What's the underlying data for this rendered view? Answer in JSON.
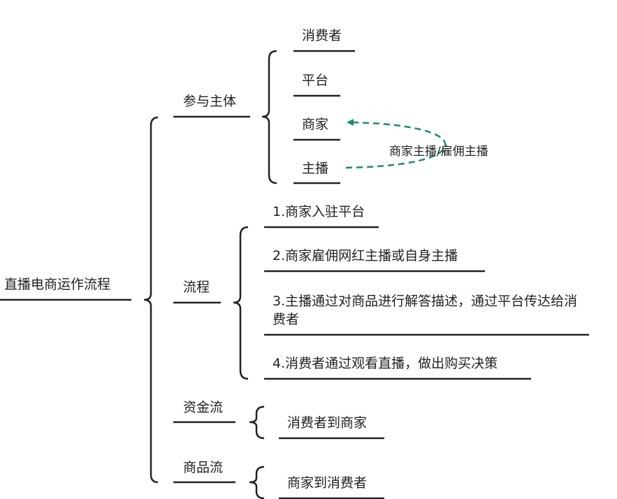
{
  "root": {
    "label": "直播电商运作流程"
  },
  "participants": {
    "label": "参与主体",
    "items": [
      "消费者",
      "平台",
      "商家",
      "主播"
    ],
    "relation_label": "商家主播/雇佣主播"
  },
  "process": {
    "label": "流程",
    "steps": [
      "1.商家入驻平台",
      "2.商家雇佣网红主播或自身主播",
      "3.主播通过对商品进行解答描述，通过平台传达给消费者",
      "4.消费者通过观看直播，做出购买决策"
    ]
  },
  "fund_flow": {
    "label": "资金流",
    "item": "消费者到商家"
  },
  "goods_flow": {
    "label": "商品流",
    "item": "商家到消费者"
  },
  "colors": {
    "line": "#222222",
    "arrow": "#1a8a78"
  }
}
